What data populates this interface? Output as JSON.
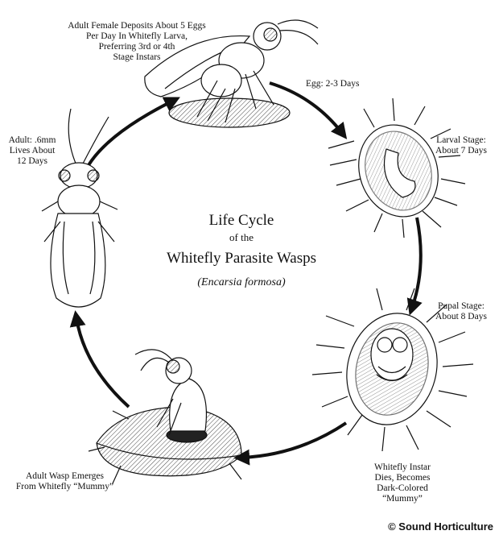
{
  "title": {
    "line1": "Life Cycle",
    "line2": "of the",
    "line3": "Whitefly Parasite Wasps",
    "line4": "(Encarsia formosa)"
  },
  "stages": {
    "adult_female": [
      "Adult Female Deposits About 5 Eggs",
      "Per Day In Whitefly Larva,",
      "Preferring 3rd or 4th",
      "Stage Instars"
    ],
    "egg": "Egg: 2-3 Days",
    "larval": [
      "Larval Stage:",
      "About 7 Days"
    ],
    "pupal": [
      "Pupal Stage:",
      "About 8 Days"
    ],
    "mummy": [
      "Whitefly Instar",
      "Dies, Becomes",
      "Dark-Colored",
      "“Mummy”"
    ],
    "emerges": [
      "Adult Wasp Emerges",
      "From Whitefly “Mummy”"
    ],
    "adult": [
      "Adult: .6mm",
      "Lives About",
      "12 Days"
    ]
  },
  "copyright": "© Sound Horticulture",
  "colors": {
    "ink": "#111111",
    "background": "#ffffff"
  },
  "icons": [
    "wasp-laying-illustration",
    "larva-illustration",
    "pupa-illustration",
    "emerging-wasp-illustration",
    "adult-wasp-illustration"
  ]
}
